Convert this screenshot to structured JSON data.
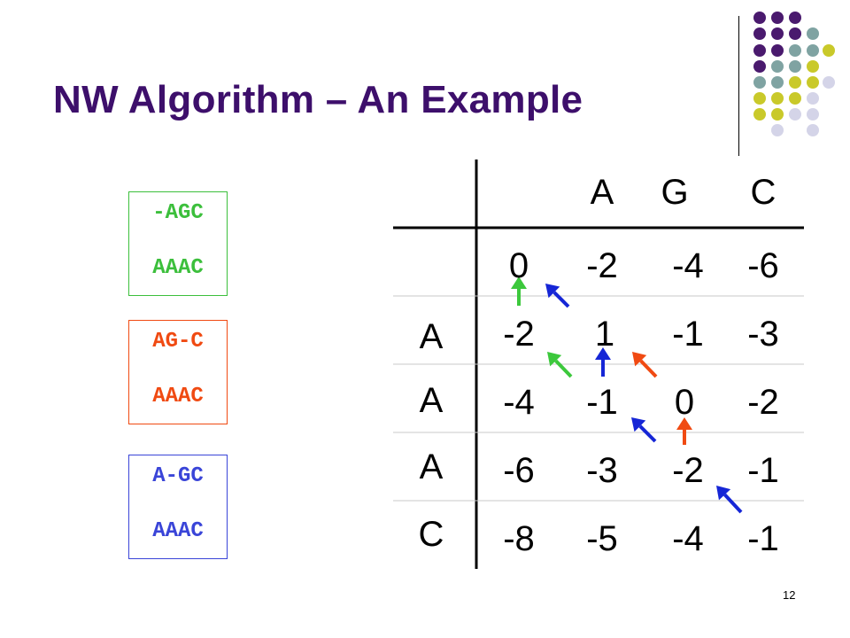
{
  "slide": {
    "title": "NW Algorithm – An Example",
    "page_number": "12",
    "title_color": "#3d0f6b"
  },
  "alignments": [
    {
      "line1": "-AGC",
      "line2": "AAAC",
      "color": "#3cbf3c",
      "border": "#3cbf3c"
    },
    {
      "line1": "AG-C",
      "line2": "AAAC",
      "color": "#f04a12",
      "border": "#f04a12"
    },
    {
      "line1": "A-GC",
      "line2": "AAAC",
      "color": "#3a45d8",
      "border": "#3a45d8"
    }
  ],
  "matrix": {
    "col_headers": [
      "A",
      "G",
      "C"
    ],
    "row_headers": [
      "A",
      "A",
      "A",
      "C"
    ],
    "rows": [
      [
        "0",
        "-2",
        "-4",
        "-6"
      ],
      [
        "-2",
        "1",
        "-1",
        "-3"
      ],
      [
        "-4",
        "-1",
        "0",
        "-2"
      ],
      [
        "-6",
        "-3",
        "-2",
        "-1"
      ],
      [
        "-8",
        "-5",
        "-4",
        "-1"
      ]
    ]
  },
  "arrow_colors": {
    "green": "#3cc83c",
    "blue": "#1626d6",
    "red": "#f04a12"
  },
  "decor_colors": {
    "purple": "#4a1a6e",
    "teal": "#7fa3a2",
    "yellow": "#c9c92a",
    "lavender": "#d4d4e8"
  }
}
